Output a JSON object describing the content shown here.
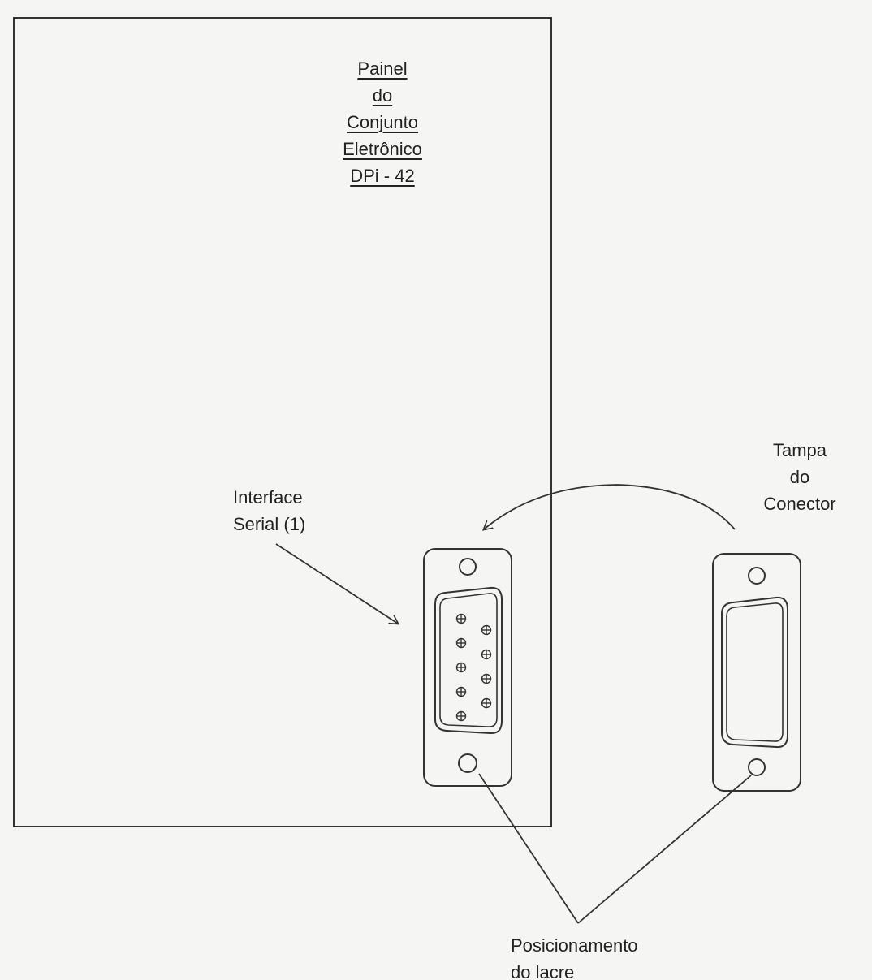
{
  "panel_title": {
    "line1": "Painel",
    "line2": "do",
    "line3": "Conjunto",
    "line4": "Eletrônico",
    "line5": "DPi - 42"
  },
  "labels": {
    "interface_line1": "Interface",
    "interface_line2": "Serial (1)",
    "cover_line1": "Tampa",
    "cover_line2": "do",
    "cover_line3": "Conector",
    "seal_line1": "Posicionamento",
    "seal_line2": "do lacre"
  }
}
